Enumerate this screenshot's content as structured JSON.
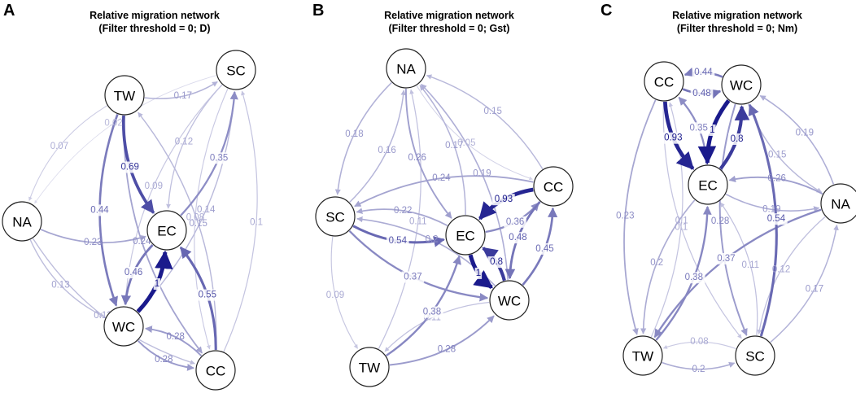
{
  "colors": {
    "strong": "#1a1a8c",
    "faint": "#e4e4f0"
  },
  "panels": [
    {
      "letter": "A",
      "title_line1": "Relative migration network",
      "title_line2": "(Filter threshold = 0; D)",
      "nodes": [
        "TW",
        "SC",
        "NA",
        "EC",
        "WC",
        "CC"
      ],
      "edges": [
        {
          "from": "WC",
          "to": "EC",
          "label": "1",
          "weight": 1
        },
        {
          "from": "TW",
          "to": "EC",
          "label": "0.69",
          "weight": 0.69
        },
        {
          "from": "CC",
          "to": "EC",
          "label": "0.55",
          "weight": 0.55
        },
        {
          "from": "EC",
          "to": "WC",
          "label": "0.46",
          "weight": 0.46
        },
        {
          "from": "TW",
          "to": "WC",
          "label": "0.44",
          "weight": 0.44
        },
        {
          "from": "EC",
          "to": "SC",
          "label": "0.35",
          "weight": 0.35
        },
        {
          "from": "CC",
          "to": "WC",
          "label": "0.28",
          "weight": 0.28
        },
        {
          "from": "WC",
          "to": "CC",
          "label": "0.28",
          "weight": 0.28
        },
        {
          "from": "TW",
          "to": "CC",
          "label": "0.24",
          "weight": 0.24
        },
        {
          "from": "NA",
          "to": "EC",
          "label": "0.23",
          "weight": 0.23
        },
        {
          "from": "TW",
          "to": "SC",
          "label": "0.17",
          "weight": 0.17
        },
        {
          "from": "CC",
          "to": "TW",
          "label": "0.15",
          "weight": 0.15
        },
        {
          "from": "WC",
          "to": "SC",
          "label": "0.14",
          "weight": 0.14
        },
        {
          "from": "NA",
          "to": "WC",
          "label": "0.13",
          "weight": 0.13
        },
        {
          "from": "NA",
          "to": "CC",
          "label": "0.13",
          "weight": 0.13
        },
        {
          "from": "SC",
          "to": "EC",
          "label": "0.12",
          "weight": 0.12
        },
        {
          "from": "CC",
          "to": "SC",
          "label": "0.1",
          "weight": 0.1
        },
        {
          "from": "SC",
          "to": "WC",
          "label": "0.09",
          "weight": 0.09
        },
        {
          "from": "SC",
          "to": "CC",
          "label": "0.08",
          "weight": 0.08
        },
        {
          "from": "TW",
          "to": "NA",
          "label": "0.07",
          "weight": 0.07
        },
        {
          "from": "SC",
          "to": "NA",
          "label": "0.02",
          "weight": 0.02
        }
      ]
    },
    {
      "letter": "B",
      "title_line1": "Relative migration network",
      "title_line2": "(Filter threshold = 0; Gst)",
      "nodes": [
        "NA",
        "SC",
        "EC",
        "CC",
        "WC",
        "TW"
      ],
      "edges": [
        {
          "from": "EC",
          "to": "WC",
          "label": "1",
          "weight": 1
        },
        {
          "from": "CC",
          "to": "EC",
          "label": "0.93",
          "weight": 0.93
        },
        {
          "from": "WC",
          "to": "EC",
          "label": "0.8",
          "weight": 0.8
        },
        {
          "from": "SC",
          "to": "EC",
          "label": "0.54",
          "weight": 0.54
        },
        {
          "from": "CC",
          "to": "WC",
          "label": "0.48",
          "weight": 0.48
        },
        {
          "from": "WC",
          "to": "CC",
          "label": "0.45",
          "weight": 0.45
        },
        {
          "from": "TW",
          "to": "EC",
          "label": "0.38",
          "weight": 0.38
        },
        {
          "from": "SC",
          "to": "WC",
          "label": "0.37",
          "weight": 0.37
        },
        {
          "from": "EC",
          "to": "CC",
          "label": "0.36",
          "weight": 0.36
        },
        {
          "from": "TW",
          "to": "WC",
          "label": "0.28",
          "weight": 0.28
        },
        {
          "from": "NA",
          "to": "EC",
          "label": "0.26",
          "weight": 0.26
        },
        {
          "from": "CC",
          "to": "SC",
          "label": "0.24",
          "weight": 0.24
        },
        {
          "from": "EC",
          "to": "SC",
          "label": "0.22",
          "weight": 0.22
        },
        {
          "from": "WC",
          "to": "SC",
          "label": "0.2",
          "weight": 0.2
        },
        {
          "from": "WC",
          "to": "NA",
          "label": "0.19",
          "weight": 0.19
        },
        {
          "from": "NA",
          "to": "SC",
          "label": "0.18",
          "weight": 0.18
        },
        {
          "from": "CC",
          "to": "NA",
          "label": "0.15",
          "weight": 0.15
        },
        {
          "from": "SC",
          "to": "NA",
          "label": "0.16",
          "weight": 0.16
        },
        {
          "from": "EC",
          "to": "NA",
          "label": "0.17",
          "weight": 0.17
        },
        {
          "from": "TW",
          "to": "NA",
          "label": "0.11",
          "weight": 0.11
        },
        {
          "from": "WC",
          "to": "TW",
          "label": "0.11",
          "weight": 0.11
        },
        {
          "from": "SC",
          "to": "TW",
          "label": "0.09",
          "weight": 0.09
        },
        {
          "from": "NA",
          "to": "CC",
          "label": "0.05",
          "weight": 0.05
        }
      ]
    },
    {
      "letter": "C",
      "title_line1": "Relative migration network",
      "title_line2": "(Filter threshold = 0; Nm)",
      "nodes": [
        "CC",
        "WC",
        "EC",
        "NA",
        "TW",
        "SC"
      ],
      "edges": [
        {
          "from": "WC",
          "to": "EC",
          "label": "1",
          "weight": 1
        },
        {
          "from": "CC",
          "to": "EC",
          "label": "0.93",
          "weight": 0.93
        },
        {
          "from": "EC",
          "to": "WC",
          "label": "0.8",
          "weight": 0.8
        },
        {
          "from": "SC",
          "to": "WC",
          "label": "0.54",
          "weight": 0.54
        },
        {
          "from": "CC",
          "to": "WC",
          "label": "0.48",
          "weight": 0.48
        },
        {
          "from": "WC",
          "to": "CC",
          "label": "0.44",
          "weight": 0.44
        },
        {
          "from": "TW",
          "to": "EC",
          "label": "0.38",
          "weight": 0.38
        },
        {
          "from": "NA",
          "to": "TW",
          "label": "0.37",
          "weight": 0.37
        },
        {
          "from": "EC",
          "to": "CC",
          "label": "0.35",
          "weight": 0.35
        },
        {
          "from": "WC",
          "to": "SC",
          "label": "0.28",
          "weight": 0.28
        },
        {
          "from": "NA",
          "to": "EC",
          "label": "0.26",
          "weight": 0.26
        },
        {
          "from": "CC",
          "to": "TW",
          "label": "0.23",
          "weight": 0.23
        },
        {
          "from": "TW",
          "to": "SC",
          "label": "0.2",
          "weight": 0.2
        },
        {
          "from": "EC",
          "to": "TW",
          "label": "0.2",
          "weight": 0.2
        },
        {
          "from": "NA",
          "to": "WC",
          "label": "0.19",
          "weight": 0.19
        },
        {
          "from": "EC",
          "to": "NA",
          "label": "0.19",
          "weight": 0.19
        },
        {
          "from": "SC",
          "to": "NA",
          "label": "0.17",
          "weight": 0.17
        },
        {
          "from": "WC",
          "to": "NA",
          "label": "0.15",
          "weight": 0.15
        },
        {
          "from": "NA",
          "to": "SC",
          "label": "0.12",
          "weight": 0.12
        },
        {
          "from": "SC",
          "to": "EC",
          "label": "0.11",
          "weight": 0.11
        },
        {
          "from": "CC",
          "to": "SC",
          "label": "0.1",
          "weight": 0.1
        },
        {
          "from": "TW",
          "to": "CC",
          "label": "0.1",
          "weight": 0.1
        },
        {
          "from": "SC",
          "to": "TW",
          "label": "0.08",
          "weight": 0.08
        }
      ]
    }
  ]
}
